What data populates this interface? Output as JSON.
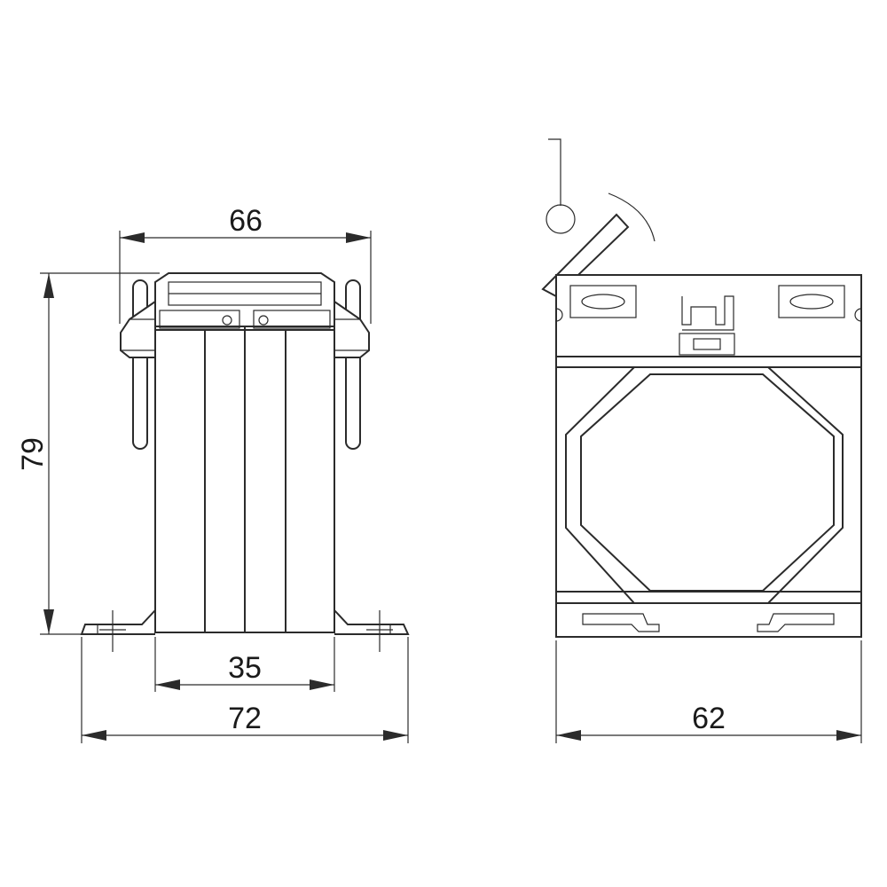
{
  "dimensions": {
    "top_width": "66",
    "height": "79",
    "inner_width": "35",
    "base_width": "72",
    "side_width": "62"
  },
  "colors": {
    "line": "#2b2b2b",
    "text": "#1a1a1a",
    "background": "#ffffff"
  }
}
